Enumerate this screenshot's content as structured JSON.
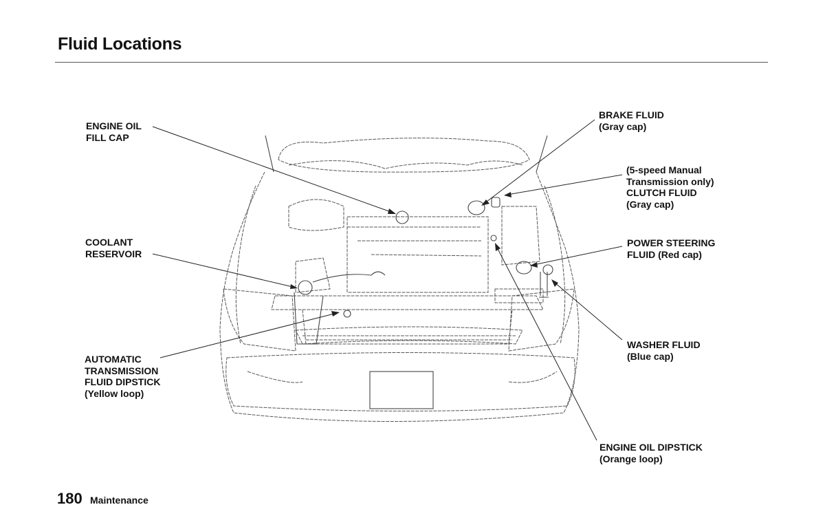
{
  "page": {
    "title": "Fluid Locations",
    "page_number": "180",
    "section": "Maintenance"
  },
  "diagram": {
    "subject": "engine-compartment",
    "callouts": [
      {
        "id": "engine-oil-fill-cap",
        "lines": [
          "ENGINE OIL",
          "FILL CAP"
        ]
      },
      {
        "id": "coolant-reservoir",
        "lines": [
          "COOLANT",
          "RESERVOIR"
        ]
      },
      {
        "id": "automatic-transmission-fluid-dipstick",
        "lines": [
          "AUTOMATIC",
          "TRANSMISSION",
          "FLUID DIPSTICK",
          "(Yellow loop)"
        ]
      },
      {
        "id": "brake-fluid",
        "lines": [
          "BRAKE FLUID",
          "(Gray cap)"
        ]
      },
      {
        "id": "clutch-fluid",
        "lines": [
          "(5-speed Manual",
          "Transmission only)",
          "CLUTCH FLUID",
          "(Gray cap)"
        ]
      },
      {
        "id": "power-steering-fluid",
        "lines": [
          "POWER STEERING",
          "FLUID (Red cap)"
        ]
      },
      {
        "id": "washer-fluid",
        "lines": [
          "WASHER FLUID",
          "(Blue cap)"
        ]
      },
      {
        "id": "engine-oil-dipstick",
        "lines": [
          "ENGINE OIL DIPSTICK",
          "(Orange loop)"
        ]
      }
    ]
  }
}
